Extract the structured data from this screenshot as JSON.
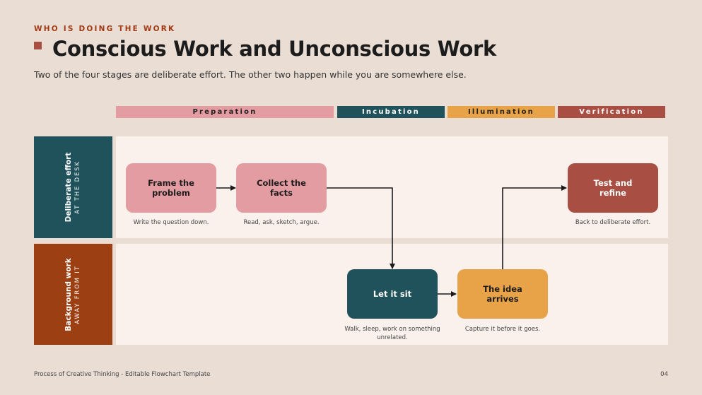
{
  "header": {
    "eyebrow": "WHO IS DOING THE WORK",
    "title": "Conscious Work and Unconscious Work",
    "subtitle": "Two of the four stages are deliberate effort. The other two happen while you are somewhere else."
  },
  "stages": [
    {
      "label": "Preparation",
      "color": "#E39CA2",
      "text_color": "#222222"
    },
    {
      "label": "Incubation",
      "color": "#1F525B",
      "text_color": "#FFFFFF"
    },
    {
      "label": "Illumination",
      "color": "#E8A247",
      "text_color": "#222222"
    },
    {
      "label": "Verification",
      "color": "#A84E42",
      "text_color": "#FFFFFF"
    }
  ],
  "lanes": [
    {
      "title": "Deliberate effort",
      "subtitle": "AT THE DESK",
      "color": "#1F525B"
    },
    {
      "title": "Background work",
      "subtitle": "AWAY FROM IT",
      "color": "#9C3F12"
    }
  ],
  "nodes": [
    {
      "id": "frame",
      "label": "Frame the problem",
      "caption": "Write the question down.",
      "color": "#E39CA2",
      "text_color": "#1c1c1c"
    },
    {
      "id": "collect",
      "label": "Collect the facts",
      "caption": "Read, ask, sketch, argue.",
      "color": "#E39CA2",
      "text_color": "#1c1c1c"
    },
    {
      "id": "sit",
      "label": "Let it sit",
      "caption": "Walk, sleep, work on something unrelated.",
      "color": "#1F525B",
      "text_color": "#FFFFFF"
    },
    {
      "id": "arrives",
      "label": "The idea arrives",
      "caption": "Capture it before it goes.",
      "color": "#E8A247",
      "text_color": "#1c1c1c"
    },
    {
      "id": "test",
      "label": "Test and refine",
      "caption": "Back to deliberate effort.",
      "color": "#A84E42",
      "text_color": "#FFFFFF"
    }
  ],
  "footer": {
    "text": "Process of Creative Thinking - Editable Flowchart Template",
    "page": "04"
  }
}
